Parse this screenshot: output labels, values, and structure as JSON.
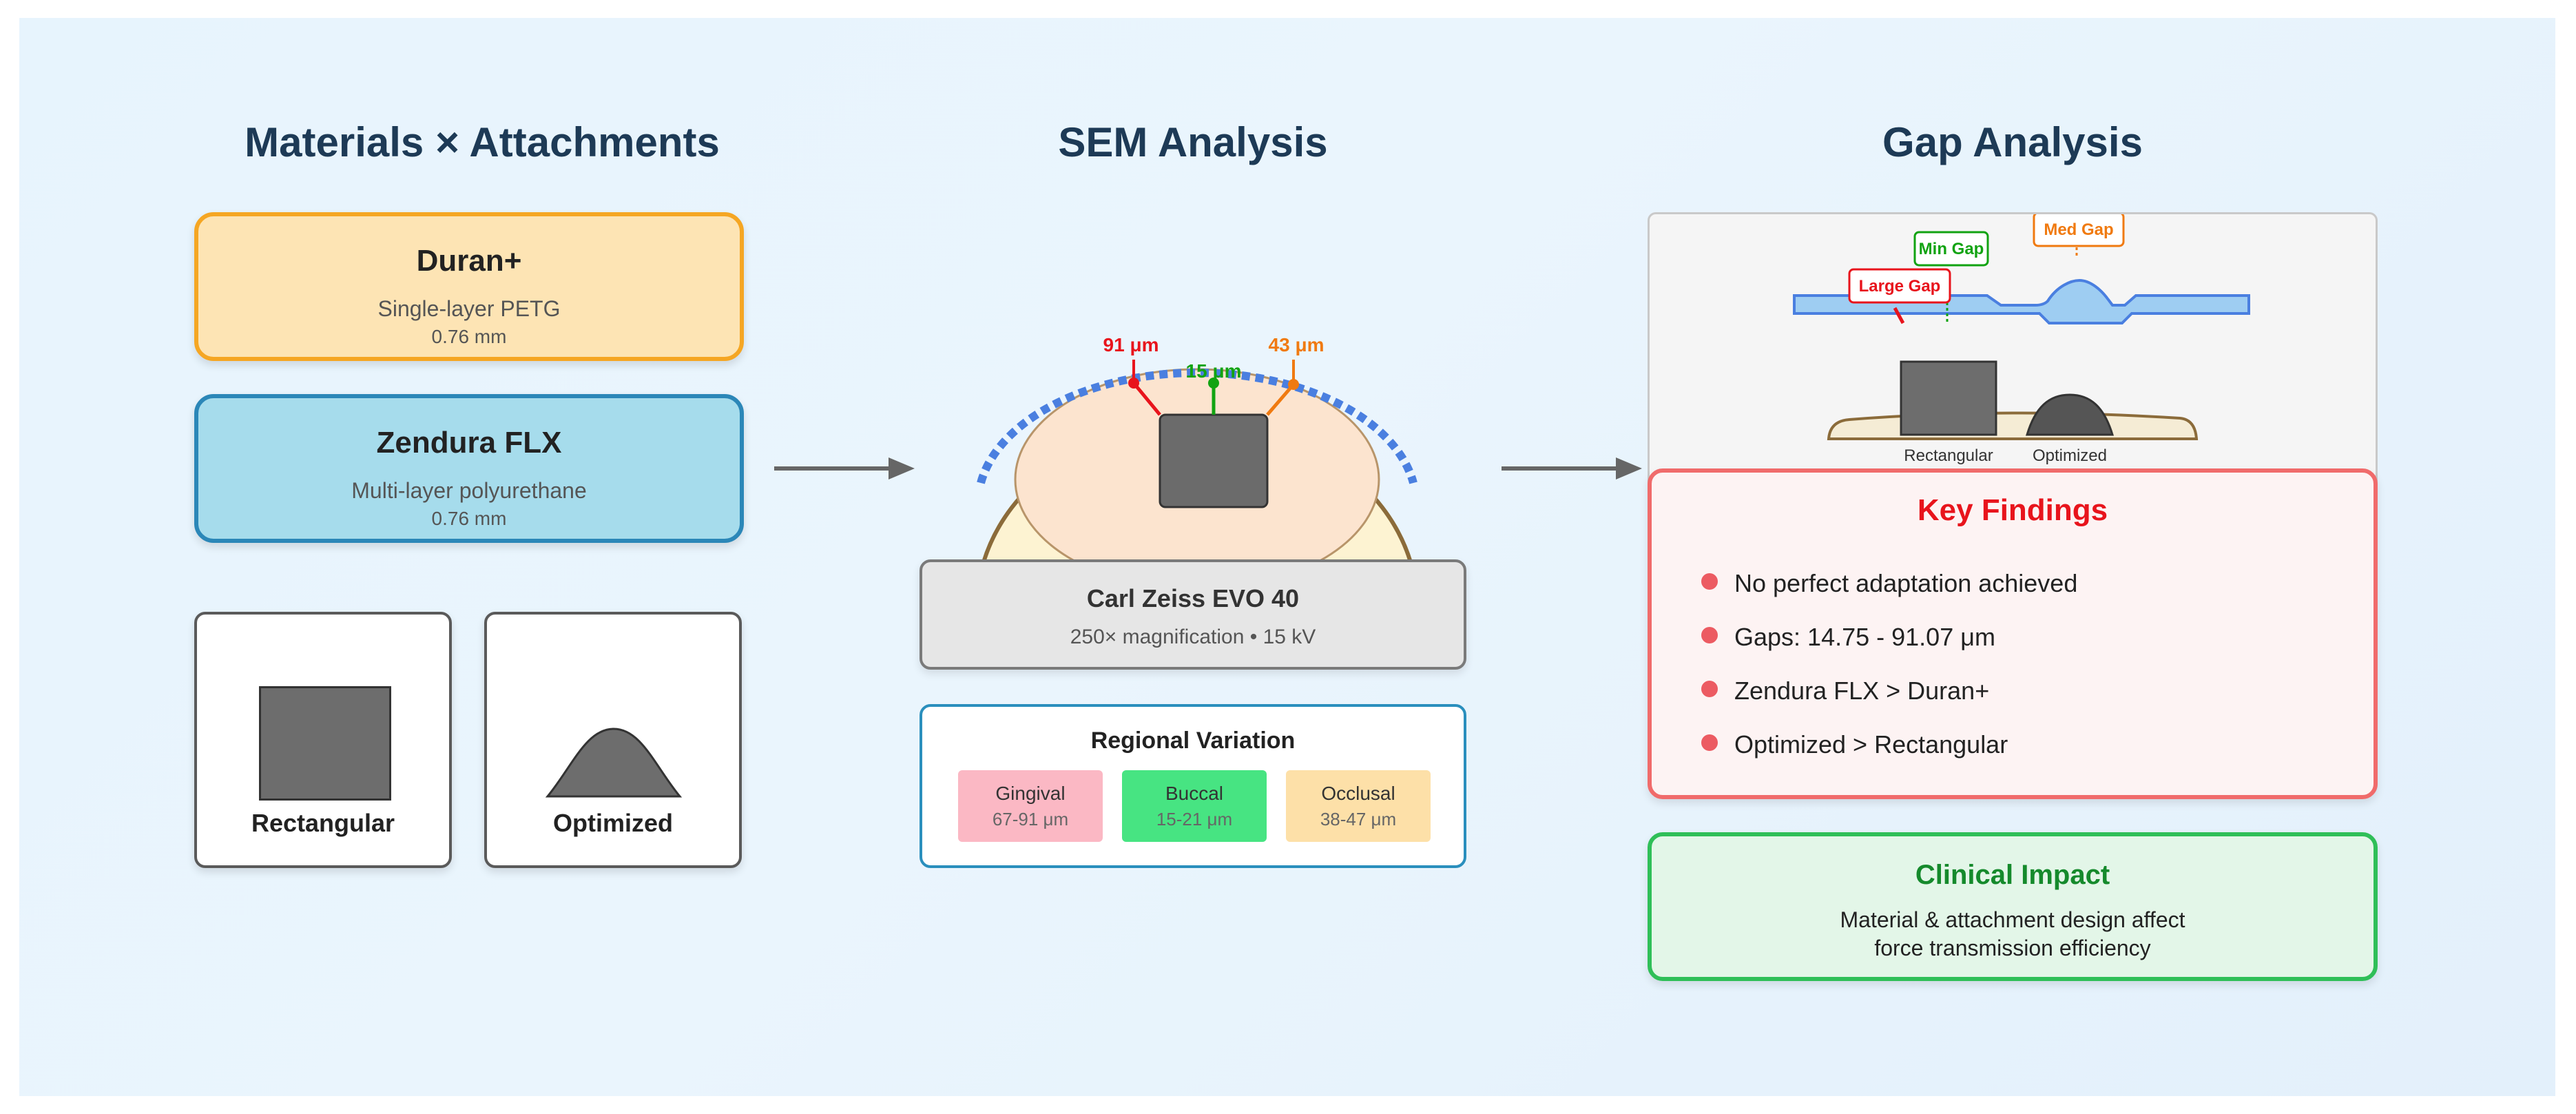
{
  "titles": {
    "materials": "Materials × Attachments",
    "sem": "SEM Analysis",
    "gap": "Gap Analysis"
  },
  "materials": [
    {
      "name": "Duran+",
      "layer": "Single-layer PETG",
      "thickness": "0.76 mm"
    },
    {
      "name": "Zendura FLX",
      "layer": "Multi-layer polyurethane",
      "thickness": "0.76 mm"
    }
  ],
  "attachments": {
    "rectangular": "Rectangular",
    "optimized": "Optimized"
  },
  "sem": {
    "labels": {
      "left": "91 μm",
      "center": "15 μm",
      "right": "43 μm"
    },
    "microscope": {
      "name": "Carl Zeiss EVO 40",
      "settings": "250× magnification • 15 kV"
    },
    "regional": {
      "title": "Regional Variation",
      "regions": [
        {
          "name": "Gingival",
          "range": "67-91 μm"
        },
        {
          "name": "Buccal",
          "range": "15-21 μm"
        },
        {
          "name": "Occlusal",
          "range": "38-47 μm"
        }
      ]
    }
  },
  "gap_diagram": {
    "min": "Min Gap",
    "med": "Med Gap",
    "large": "Large Gap",
    "rect": "Rectangular",
    "opt": "Optimized"
  },
  "findings": {
    "title": "Key Findings",
    "items": [
      "No perfect adaptation achieved",
      "Gaps: 14.75 - 91.07 μm",
      "Zendura FLX > Duran+",
      "Optimized > Rectangular"
    ]
  },
  "clinical": {
    "title": "Clinical Impact",
    "line1": "Material & attachment design affect",
    "line2": "force transmission efficiency"
  },
  "colors": {
    "duran_fill": "#fde4b4",
    "duran_border": "#f5a623",
    "zendura_fill": "#a6dcec",
    "zendura_border": "#2b87b8",
    "red": "#e8141c",
    "green": "#12a312",
    "orange": "#f07a10",
    "blue_dash": "#4a7fe0"
  }
}
